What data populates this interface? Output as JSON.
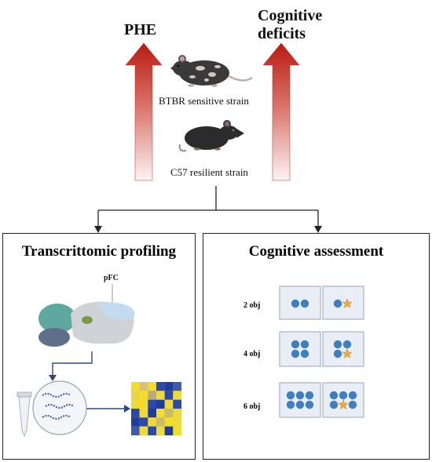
{
  "labels": {
    "phe": "PHE",
    "cognitive_line1": "Cognitive",
    "cognitive_line2": "deficits",
    "btbr": "BTBR sensitive strain",
    "c57": "C57 resilient strain"
  },
  "panels": {
    "left_title": "Transcrittomic profiling",
    "right_title": "Cognitive assessment",
    "region_label": "pFC"
  },
  "object_tests": [
    {
      "label": "2 obj"
    },
    {
      "label": "4 obj"
    },
    {
      "label": "6 obj"
    }
  ],
  "colors": {
    "arrow_top": "#c0281c",
    "arrow_bottom": "#f7ecec",
    "heatmap_yellow": "#f0d93a",
    "heatmap_blue": "#2a49a8",
    "object_blue": "#3e7fc1",
    "star": "#f2a93b",
    "box_fill": "#e9eef6"
  },
  "icons": [
    "mouse-btbr-icon",
    "mouse-c57-icon",
    "brain-icon",
    "tube-icon",
    "rna-strands-icon",
    "heatmap-icon",
    "star-icon"
  ]
}
